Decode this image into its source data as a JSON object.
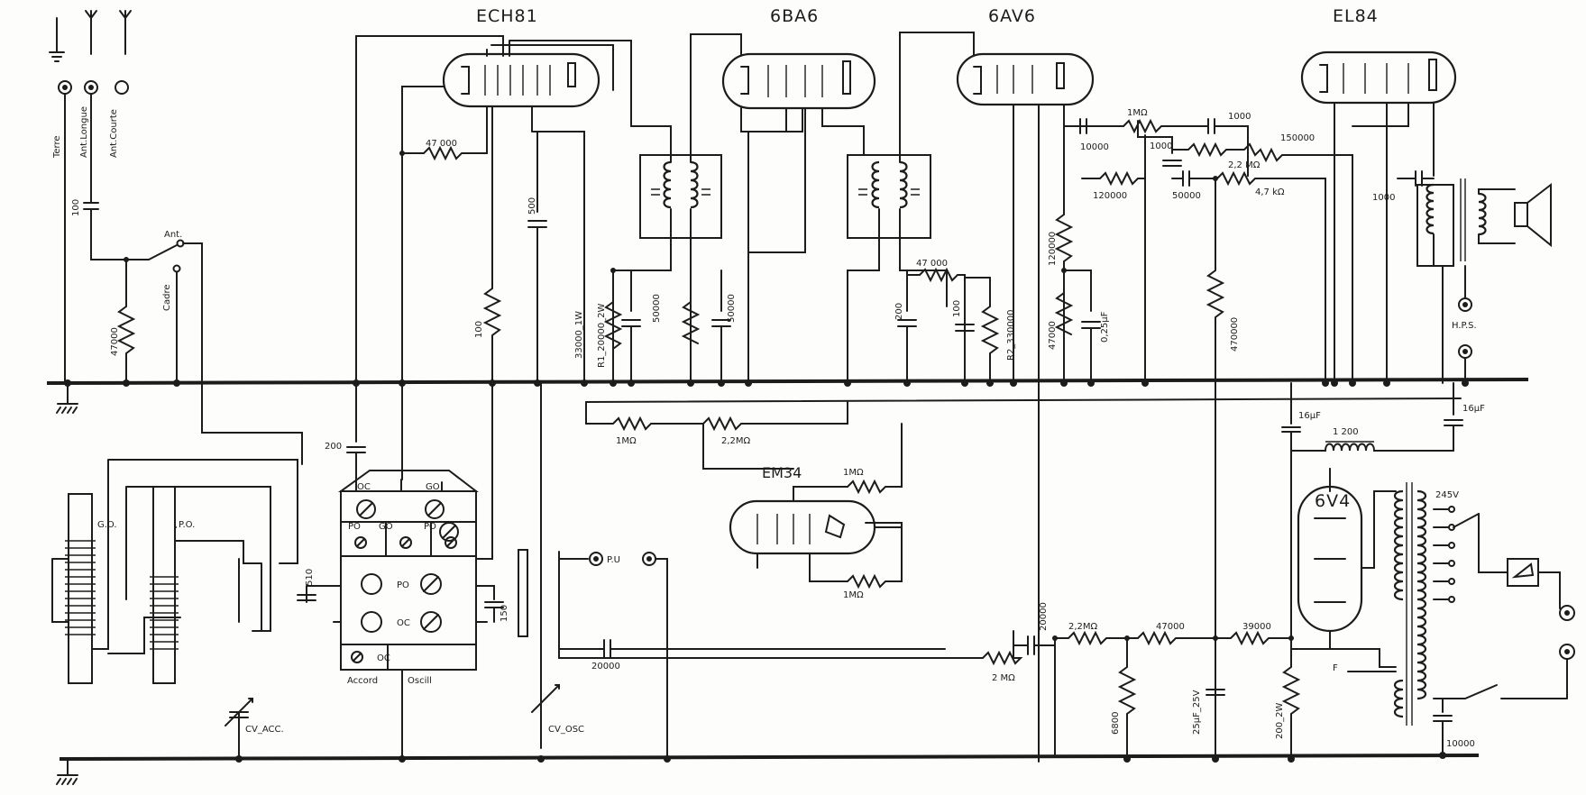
{
  "tubes": {
    "ech81": "ECH81",
    "ba6": "6BA6",
    "av6": "6AV6",
    "el84": "EL84",
    "em34": "EM34",
    "v4": "6V4"
  },
  "antenna_terminals": {
    "terre": "Terre",
    "ant_longue": "Ant.Longue",
    "ant_courte": "Ant.Courte",
    "ant": "Ant.",
    "cadre": "Cadre"
  },
  "components": {
    "c_100_ant": "100",
    "r_47000_ant": "47000",
    "r_47000_grid": "47 000",
    "c_500": "500",
    "r_100": "100",
    "r_33000": "33000_1W",
    "r_r1": "R1_20000_2W",
    "c_50000_a": "50000",
    "c_50000_b": "50000",
    "c_200_det": "200",
    "r_47000_det": "47 000",
    "c_100_det": "100",
    "r_r2": "R2_330000",
    "c_10000": "10000",
    "r_1meg_vol": "1MΩ",
    "c_1000_a": "1000",
    "c_1000_b": "1000",
    "c_1000_c": "1000",
    "r_120000_a": "120000",
    "r_120000_b": "120000",
    "c_50000_c": "50000",
    "r_22meg_fb": "2,2 MΩ",
    "r_47k_fb": "4,7 kΩ",
    "r_150000": "150000",
    "r_47000_av": "47000",
    "c_025": "0,25µF",
    "r_470000": "470000",
    "c_16uf_a": "16µF",
    "c_16uf_b": "16µF",
    "r_1200": "1 200",
    "hps": "H.P.S.",
    "r_1meg_agc": "1MΩ",
    "r_22meg_agc": "2,2MΩ",
    "r_1meg_em_a": "1MΩ",
    "r_1meg_em_b": "1MΩ",
    "c_200_osc": "200",
    "c_510": "510",
    "c_150": "150",
    "pu": "P.U",
    "c_20000_pu": "20000",
    "c_20000_tc": "20000",
    "r_2meg_tc": "2 MΩ",
    "r_22meg_tc": "2,2MΩ",
    "r_47000_tc": "47000",
    "r_39000": "39000",
    "r_6800": "6800",
    "c_25uf": "25µF_25V",
    "r_200": "200_2W",
    "c_10000_mains": "10000",
    "v245": "245V",
    "f_tap": "F",
    "cv_acc": "CV_ACC.",
    "cv_osc": "CV_OSC"
  },
  "coil_block": {
    "go_top": "GO",
    "oc_top": "OC",
    "po_a": "PO",
    "go_a": "GO",
    "po_b": "PO",
    "po_mid": "PO",
    "oc_mid": "OC",
    "oc_bot": "OC",
    "accord": "Accord",
    "oscill": "Oscill"
  },
  "ferrite": {
    "go": "G.O.",
    "po": "P.O."
  }
}
